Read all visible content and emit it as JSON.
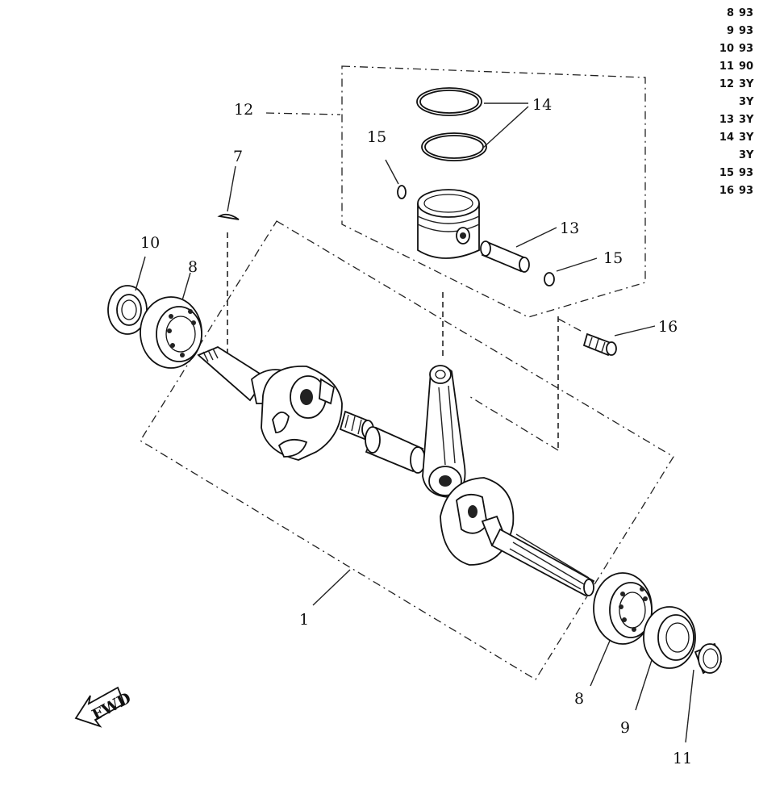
{
  "diagram": {
    "callouts": [
      {
        "id": "c1",
        "text": "1"
      },
      {
        "id": "c7",
        "text": "7"
      },
      {
        "id": "c8a",
        "text": "8"
      },
      {
        "id": "c8b",
        "text": "8"
      },
      {
        "id": "c9",
        "text": "9"
      },
      {
        "id": "c10",
        "text": "10"
      },
      {
        "id": "c11",
        "text": "11"
      },
      {
        "id": "c12",
        "text": "12"
      },
      {
        "id": "c13",
        "text": "13"
      },
      {
        "id": "c14",
        "text": "14"
      },
      {
        "id": "c15a",
        "text": "15"
      },
      {
        "id": "c15b",
        "text": "15"
      },
      {
        "id": "c16",
        "text": "16"
      }
    ],
    "fwd_label": "FWD"
  },
  "parts_table": {
    "rows": [
      {
        "no": "8",
        "code": "93"
      },
      {
        "no": "9",
        "code": "93"
      },
      {
        "no": "10",
        "code": "93"
      },
      {
        "no": "11",
        "code": "90"
      },
      {
        "no": "12",
        "code": "3Y"
      },
      {
        "no": "",
        "code": "3Y"
      },
      {
        "no": "13",
        "code": "3Y"
      },
      {
        "no": "14",
        "code": "3Y"
      },
      {
        "no": "",
        "code": "3Y"
      },
      {
        "no": "15",
        "code": "93"
      },
      {
        "no": "16",
        "code": "93"
      }
    ]
  }
}
